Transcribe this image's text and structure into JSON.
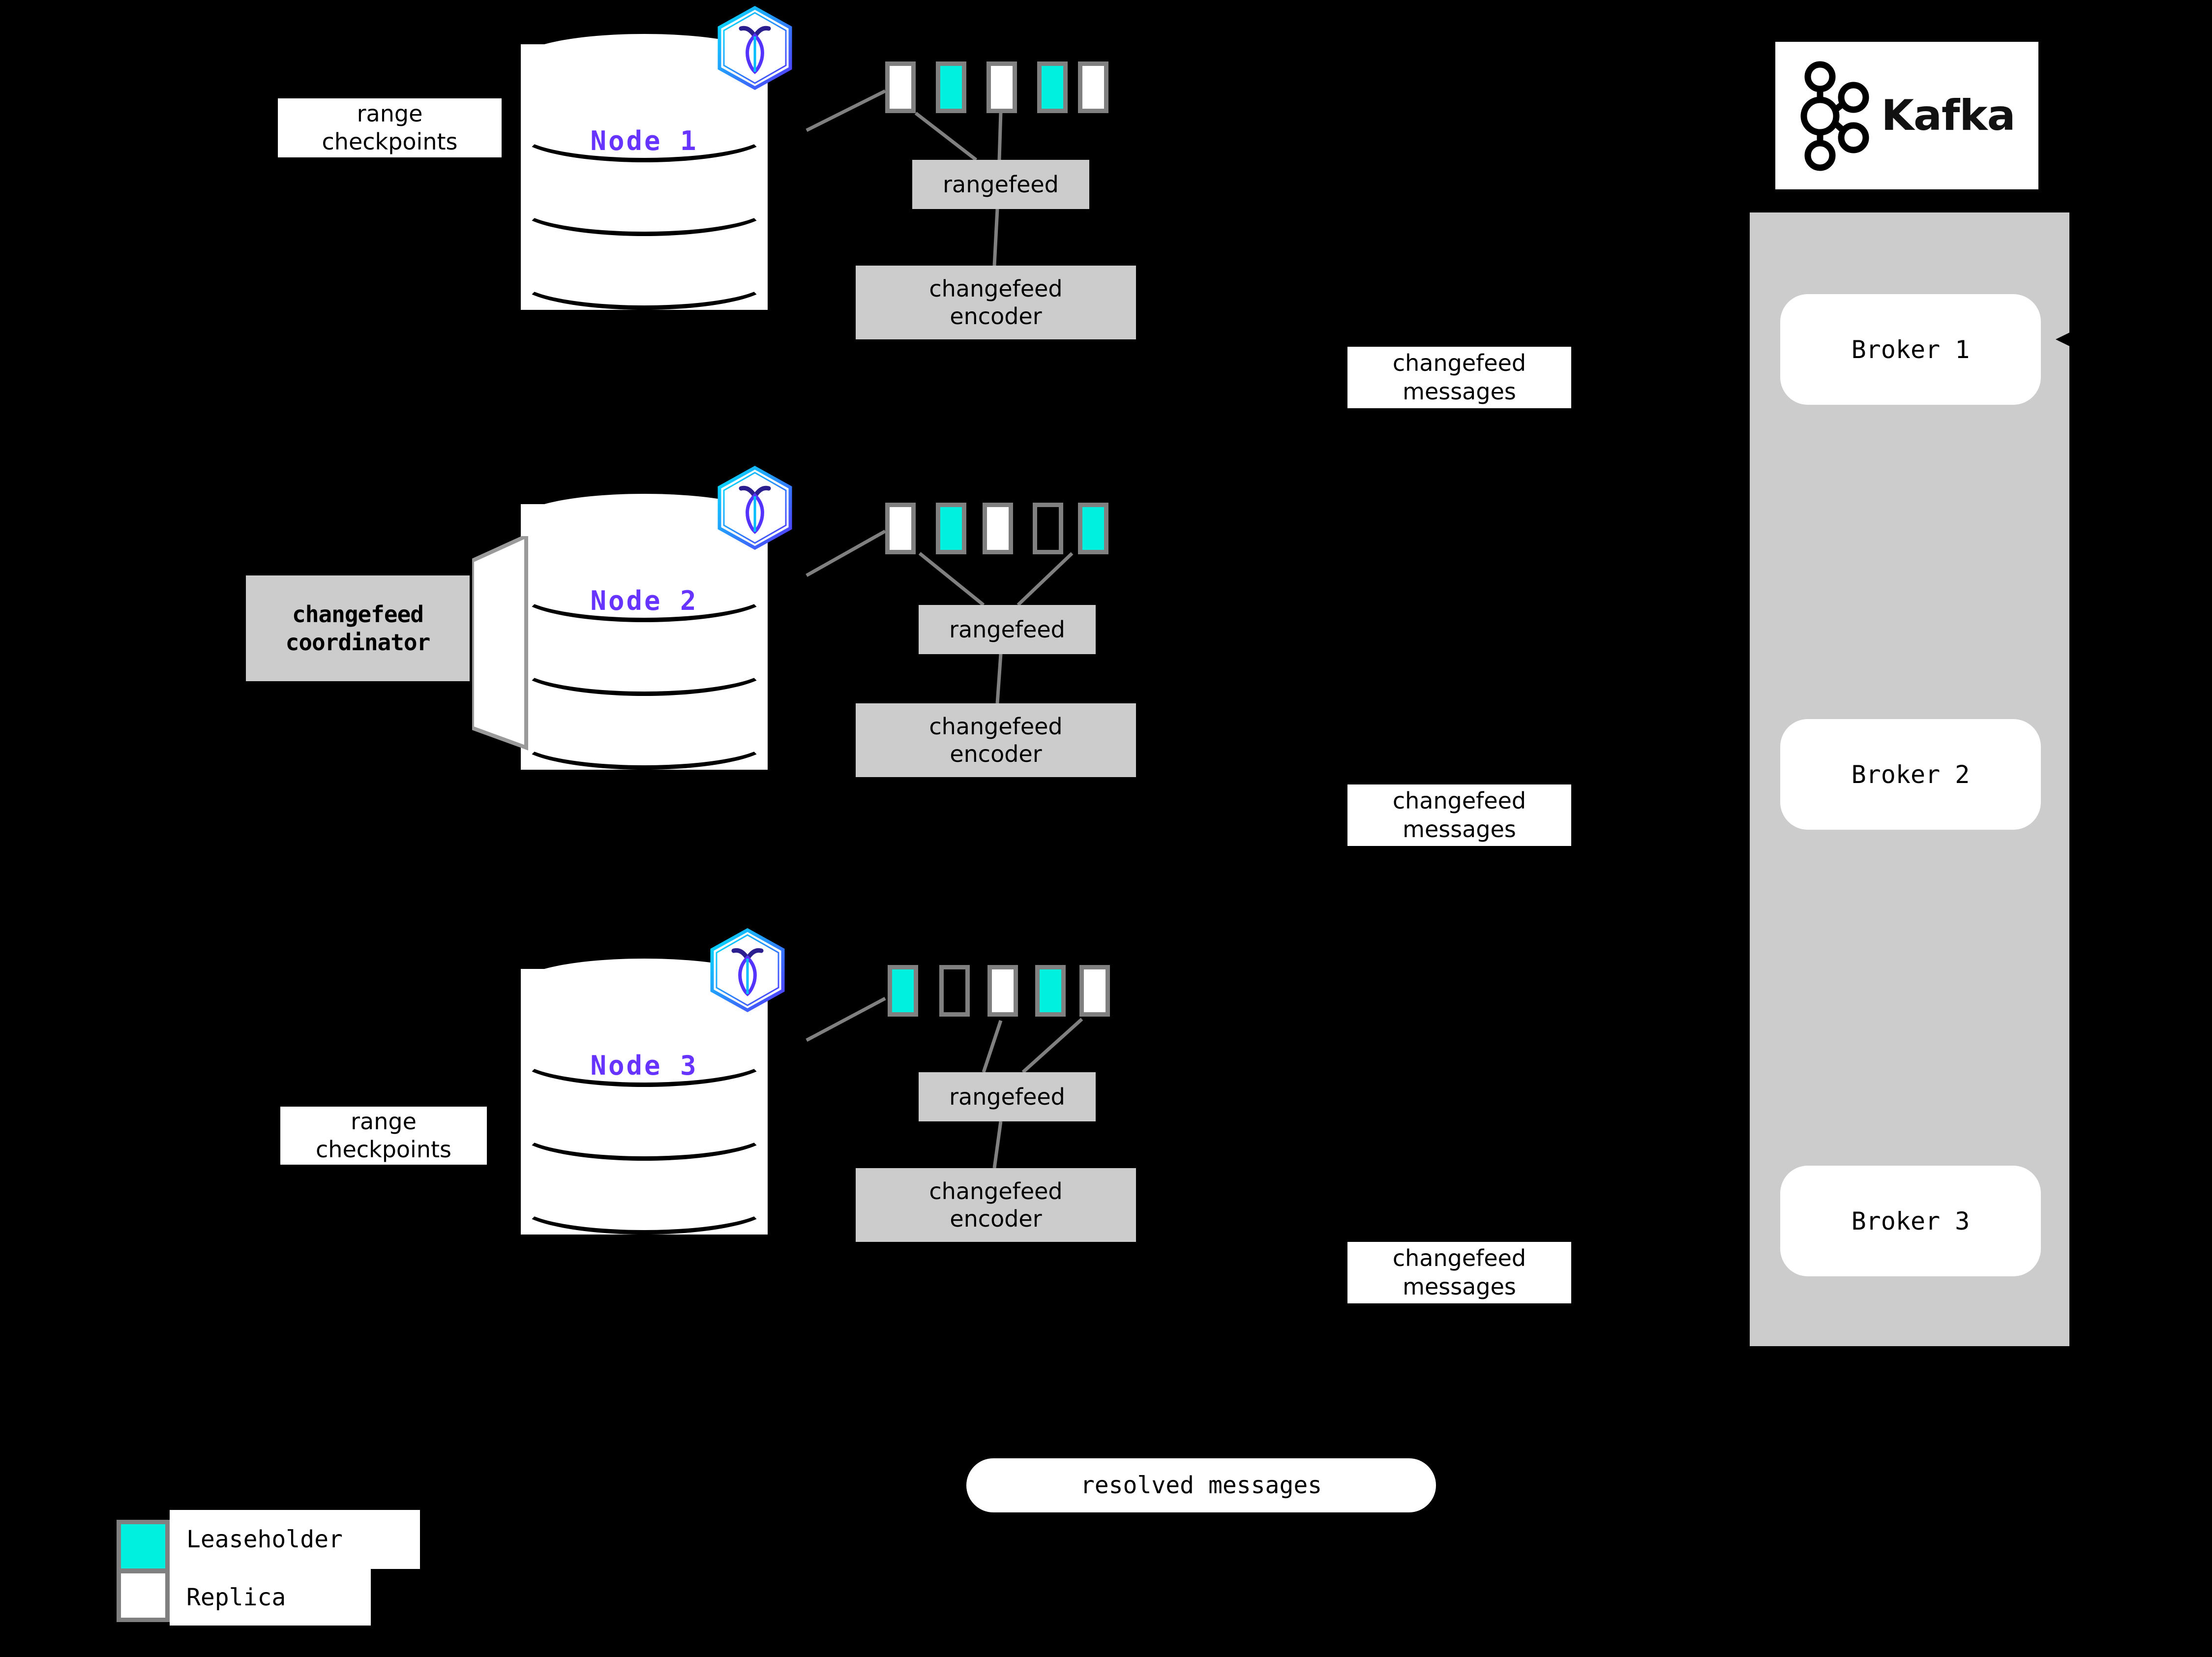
{
  "diagram": {
    "title": "CockroachDB changefeed to Kafka architecture",
    "background_color": "#000000",
    "accent_color": "#6633ff",
    "leaseholder_color": "#00f0e0",
    "replica_color": "#ffffff",
    "process_box_color": "#cccccc",
    "connector_color": "#808080"
  },
  "nodes": [
    {
      "label": "Node 1",
      "logo_name": "cockroachdb-logo",
      "ranges": [
        "replica",
        "leaseholder",
        "replica",
        "leaseholder",
        "replica"
      ],
      "rangefeed_label": "rangefeed",
      "encoder_label": "changefeed\nencoder",
      "encoder_line1": "changefeed",
      "encoder_line2": "encoder",
      "side_label_line1": "range",
      "side_label_line2": "checkpoints",
      "has_side_label": true,
      "has_coordinator": false
    },
    {
      "label": "Node 2",
      "logo_name": "cockroachdb-logo",
      "ranges": [
        "replica",
        "leaseholder",
        "replica",
        "empty",
        "leaseholder"
      ],
      "rangefeed_label": "rangefeed",
      "encoder_label": "changefeed\nencoder",
      "encoder_line1": "changefeed",
      "encoder_line2": "encoder",
      "coordinator_line1": "changefeed",
      "coordinator_line2": "coordinator",
      "has_side_label": false,
      "has_coordinator": true
    },
    {
      "label": "Node 3",
      "logo_name": "cockroachdb-logo",
      "ranges": [
        "leaseholder",
        "empty",
        "replica",
        "leaseholder",
        "replica"
      ],
      "rangefeed_label": "rangefeed",
      "encoder_label": "changefeed\nencoder",
      "encoder_line1": "changefeed",
      "encoder_line2": "encoder",
      "side_label_line1": "range",
      "side_label_line2": "checkpoints",
      "has_side_label": true,
      "has_coordinator": false
    }
  ],
  "message_labels": [
    {
      "line1": "changefeed",
      "line2": "messages"
    },
    {
      "line1": "changefeed",
      "line2": "messages"
    },
    {
      "line1": "changefeed",
      "line2": "messages"
    }
  ],
  "resolved_messages_label": "resolved messages",
  "kafka": {
    "logo_text": "Kafka",
    "logo_icon_name": "kafka-network-icon",
    "brokers": [
      "Broker 1",
      "Broker 2",
      "Broker 3"
    ]
  },
  "legend": [
    {
      "swatch": "leaseholder",
      "label": "Leaseholder"
    },
    {
      "swatch": "replica",
      "label": "Replica"
    }
  ]
}
